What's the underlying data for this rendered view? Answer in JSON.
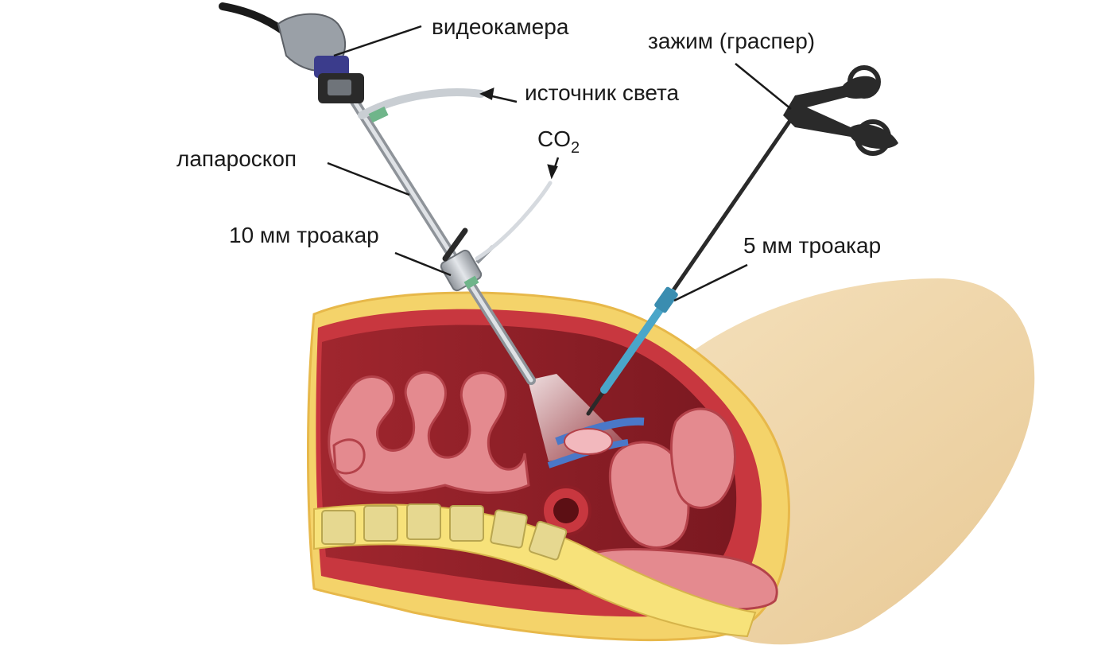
{
  "labels": {
    "camera": "видеокамера",
    "grasper": "зажим (граспер)",
    "light_source": "источник света",
    "co2_main": "CO",
    "co2_sub": "2",
    "laparoscope": "лапароскоп",
    "trocar_10": "10 мм троакар",
    "trocar_5": "5 мм троакар"
  },
  "colors": {
    "skin": "#f2d9b0",
    "fat": "#f7e27a",
    "muscle": "#c8373f",
    "cavity": "#8e1e26",
    "intestine": "#e48a8f",
    "bone": "#efe59a",
    "instrument_metal": "#b8bcc2",
    "camera_accent": "#3b3c8c",
    "trocar_blue": "#4aa6c9"
  }
}
